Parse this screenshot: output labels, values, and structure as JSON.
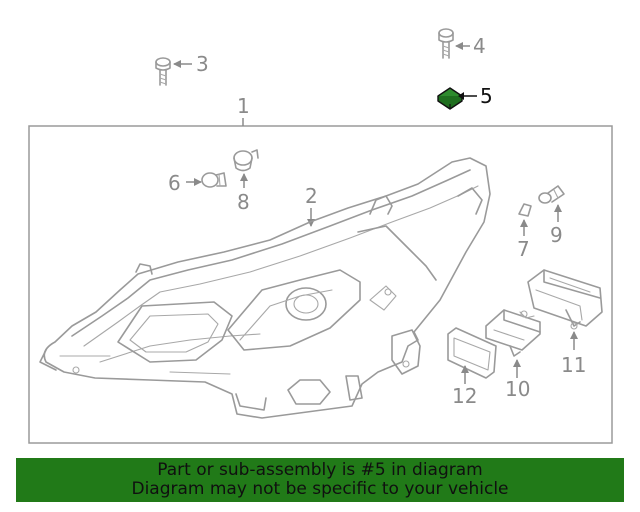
{
  "callouts": {
    "c1": "1",
    "c2": "2",
    "c3": "3",
    "c4": "4",
    "c5": "5",
    "c6": "6",
    "c7": "7",
    "c8": "8",
    "c9": "9",
    "c10": "10",
    "c11": "11",
    "c12": "12"
  },
  "highlight_part": "5",
  "highlight_color": "#2e8b2e",
  "banner": {
    "line1": "Part or sub-assembly is #5 in diagram",
    "line2": "Diagram may not be specific to your vehicle",
    "color": "#217a18"
  }
}
